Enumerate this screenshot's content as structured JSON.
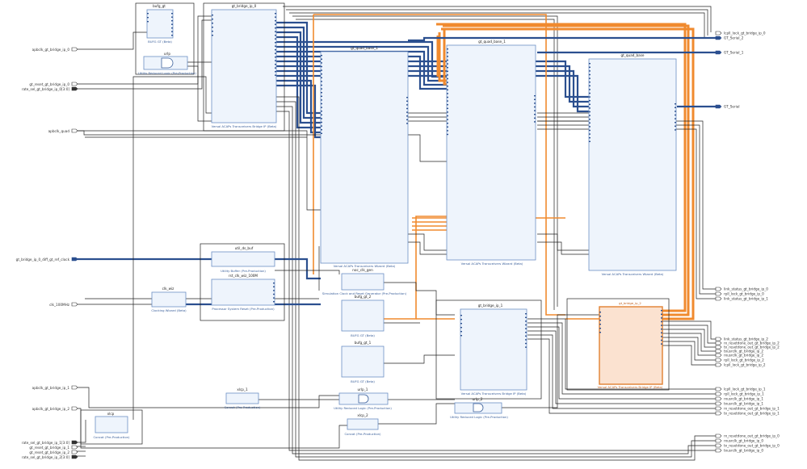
{
  "inputs": [
    "apbclk_gt_bridge_ip_0",
    "gt_reset_gt_bridge_ip_0",
    "rate_sel_gt_bridge_ip_0[3:0]",
    "apbclk_quad",
    "gt_bridge_ip_0_diff_gt_ref_clock",
    "clk_100MHz",
    "apbclk_gt_bridge_ip_1",
    "apbclk_gt_bridge_ip_2",
    "rate_sel_gt_bridge_ip_1[3:0]",
    "gt_reset_gt_bridge_ip_1",
    "gt_reset_gt_bridge_ip_2",
    "rate_sel_gt_bridge_ip_2[3:0]"
  ],
  "outputs_top": [
    "lcpll_lock_gt_bridge_ip_0",
    "GT_Serial_2",
    "GT_Serial_1",
    "GT_Serial"
  ],
  "outputs_mid": [
    "link_status_gt_bridge_ip_0",
    "rpll_lock_gt_bridge_ip_0",
    "link_status_gt_bridge_ip_1"
  ],
  "outputs_lower": [
    "link_status_gt_bridge_ip_2",
    "rx_resetdone_out_gt_bridge_ip_2",
    "tx_resetdone_out_gt_bridge_ip_2",
    "txusrclk_gt_bridge_ip_2",
    "rxusrclk_gt_bridge_ip_2",
    "rpll_lock_gt_bridge_ip_2",
    "lcpll_lock_gt_bridge_ip_2"
  ],
  "outputs_bottom": [
    "lcpll_lock_gt_bridge_ip_1",
    "rpll_lock_gt_bridge_ip_1",
    "rxusrclk_gt_bridge_ip_1",
    "txusrclk_gt_bridge_ip_1",
    "rx_resetdone_out_gt_bridge_ip_1",
    "tx_resetdone_out_gt_bridge_ip_1"
  ],
  "outputs_last": [
    "rx_resetdone_out_gt_bridge_ip_0",
    "rxusrclk_gt_bridge_ip_0",
    "tx_resetdone_out_gt_bridge_ip_0",
    "txusrclk_gt_bridge_ip_0"
  ],
  "blocks": {
    "bufg_gt": {
      "name": "bufg_gt",
      "sub": "BUFG GT (Beta)"
    },
    "urlp": {
      "name": "urlp",
      "sub": "Utility Reduced Logic (Pre-Production)"
    },
    "gt_bridge_ip_0": {
      "name": "gt_bridge_ip_0",
      "sub": "Versal ACAPs Transceivers Bridge IP (Beta)"
    },
    "gt_quad_base_1": {
      "name": "gt_quad_base_1",
      "sub": "Versal ACAPs Transceivers Wizard (Beta)"
    },
    "gt_quad_base_2": {
      "name": "gt_quad_base_1",
      "sub": "Versal ACAPs Transceivers Wizard (Beta)"
    },
    "gt_quad_base": {
      "name": "gt_quad_base",
      "sub": "Versal ACAPs Transceivers Wizard (Beta)"
    },
    "util_ds_buf": {
      "name": "util_ds_buf",
      "sub": "Utility Buffer (Pre-Production)"
    },
    "rst_clk_wiz_100M": {
      "name": "rst_clk_wiz_100M",
      "sub": "Processor System Reset (Pre-Production)"
    },
    "clk_wiz": {
      "name": "clk_wiz",
      "sub": "Clocking Wizard (Beta)"
    },
    "noc_clk_gen": {
      "name": "noc_clk_gen",
      "sub": "Simulation Clock and Reset Generator (Pre-Production)"
    },
    "bufg_gt_2": {
      "name": "bufg_gt_2",
      "sub": "BUFG GT (Beta)"
    },
    "bufg_gt_1": {
      "name": "bufg_gt_1",
      "sub": "BUFG GT (Beta)"
    },
    "gt_bridge_ip_1": {
      "name": "gt_bridge_ip_1",
      "sub": "Versal ACAPs Transceivers Bridge IP (Beta)"
    },
    "gt_bridge_ip_2": {
      "name": "gt_bridge_ip_2",
      "sub": "Versal ACAPs Transceivers Bridge IP (Beta)"
    },
    "xlcp_1": {
      "name": "xlcp_1",
      "sub": "Concat (Pre-Production)"
    },
    "urlp_1": {
      "name": "urlp_1",
      "sub": "Utility Reduced Logic (Pre-Production)"
    },
    "urlp_2": {
      "name": "urlp_2",
      "sub": "Utility Reduced Logic (Pre-Production)"
    },
    "xlcp_2": {
      "name": "xlcp_2",
      "sub": "Concat (Pre-Production)"
    },
    "xlcp": {
      "name": "xlcp",
      "sub": "Concat (Pre-Production)"
    }
  },
  "colors": {
    "block_fill": "#eef4fc",
    "block_stroke": "#6b8fc4",
    "bus": "#2b4f8f",
    "highlight": "#f08a2e",
    "selected_fill": "#fbe2d0"
  }
}
